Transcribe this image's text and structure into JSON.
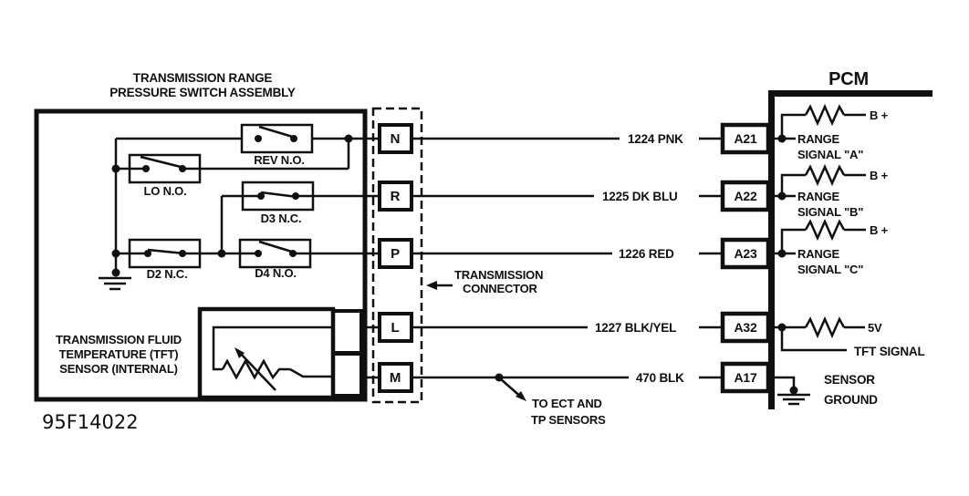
{
  "colors": {
    "ink": "#101010",
    "paper": "#ffffff"
  },
  "title": {
    "line1": "TRANSMISSION RANGE",
    "line2": "PRESSURE SWITCH ASSEMBLY"
  },
  "figure_number": "95F14022",
  "assembly": {
    "switches": {
      "rev": "REV N.O.",
      "lo": "LO N.O.",
      "d3": "D3 N.C.",
      "d2": "D2 N.C.",
      "d4": "D4 N.O."
    },
    "tft_sensor_label": {
      "line1": "TRANSMISSION FLUID",
      "line2": "TEMPERATURE (TFT)",
      "line3": "SENSOR (INTERNAL)"
    }
  },
  "connector": {
    "label": {
      "line1": "TRANSMISSION",
      "line2": "CONNECTOR"
    },
    "pins": {
      "n": "N",
      "r": "R",
      "p": "P",
      "l": "L",
      "m": "M"
    }
  },
  "wires": {
    "n": {
      "label": "1224 PNK",
      "pcm_pin": "A21"
    },
    "r": {
      "label": "1225 DK BLU",
      "pcm_pin": "A22"
    },
    "p": {
      "label": "1226 RED",
      "pcm_pin": "A23"
    },
    "l": {
      "label": "1227 BLK/YEL",
      "pcm_pin": "A32"
    },
    "m": {
      "label": "470 BLK",
      "pcm_pin": "A17"
    }
  },
  "branch_note": {
    "line1": "TO ECT AND",
    "line2": "TP SENSORS"
  },
  "pcm": {
    "title": "PCM",
    "rows": {
      "a21": {
        "pullup": "B +",
        "signal_line1": "RANGE",
        "signal_line2": "SIGNAL \"A\""
      },
      "a22": {
        "pullup": "B +",
        "signal_line1": "RANGE",
        "signal_line2": "SIGNAL \"B\""
      },
      "a23": {
        "pullup": "B +",
        "signal_line1": "RANGE",
        "signal_line2": "SIGNAL \"C\""
      },
      "a32": {
        "supply": "5V",
        "signal": "TFT SIGNAL"
      },
      "a17": {
        "signal_line1": "SENSOR",
        "signal_line2": "GROUND"
      }
    }
  }
}
